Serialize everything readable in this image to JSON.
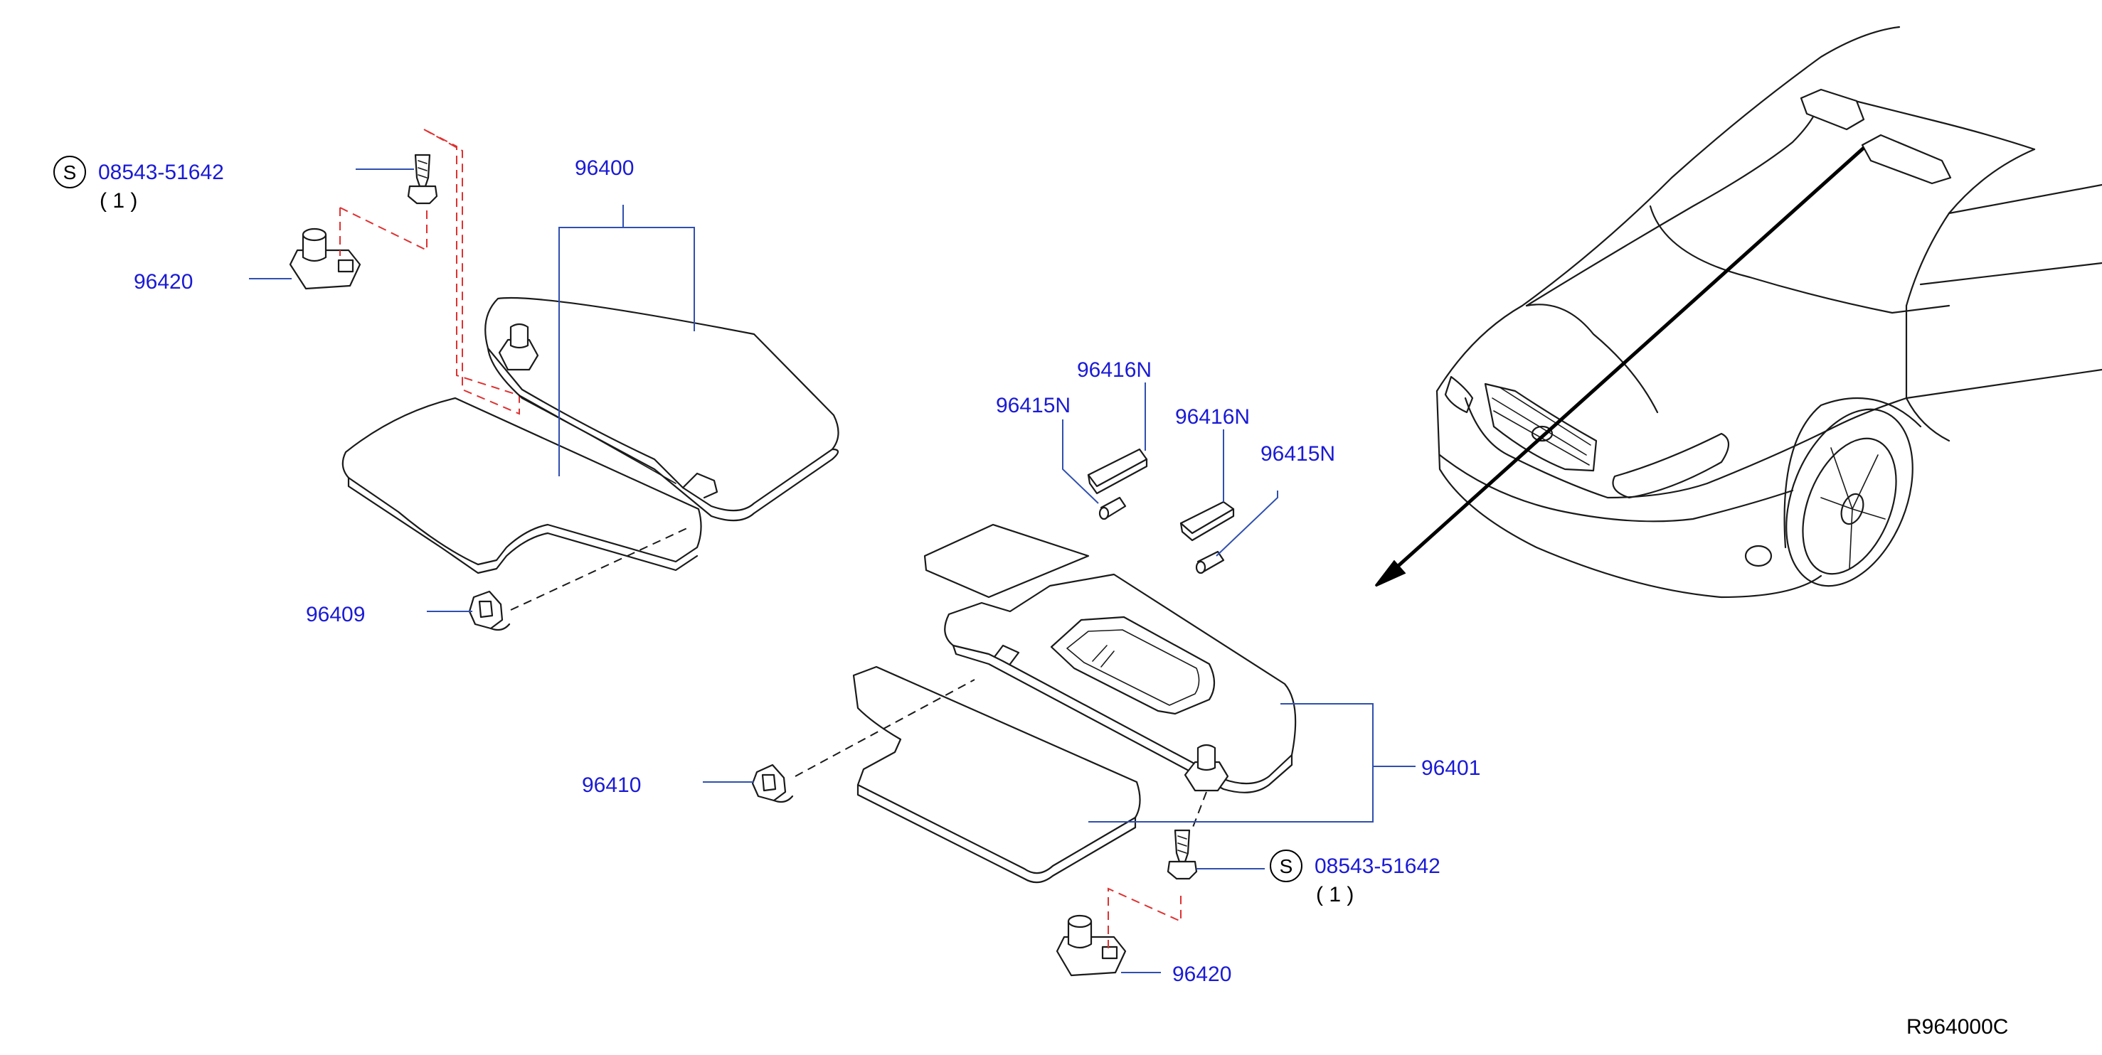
{
  "callouts": {
    "screw_left": {
      "symbol": "S",
      "part_no": "08543-51642",
      "qty": "( 1 )"
    },
    "screw_right": {
      "symbol": "S",
      "part_no": "08543-51642",
      "qty": "( 1 )"
    },
    "holder_left": "96420",
    "holder_right": "96420",
    "visor_left": "96400",
    "visor_right": "96401",
    "clip_left": "96409",
    "clip_right": "96410",
    "lamp_lens_1": "96416N",
    "lamp_lens_2": "96416N",
    "lamp_bulb_1": "96415N",
    "lamp_bulb_2": "96415N"
  },
  "diagram_ref": "R964000C",
  "colors": {
    "part_label": "#1a1ad6",
    "leader": "#2f4fb0",
    "hidden_line": "#e03030"
  }
}
